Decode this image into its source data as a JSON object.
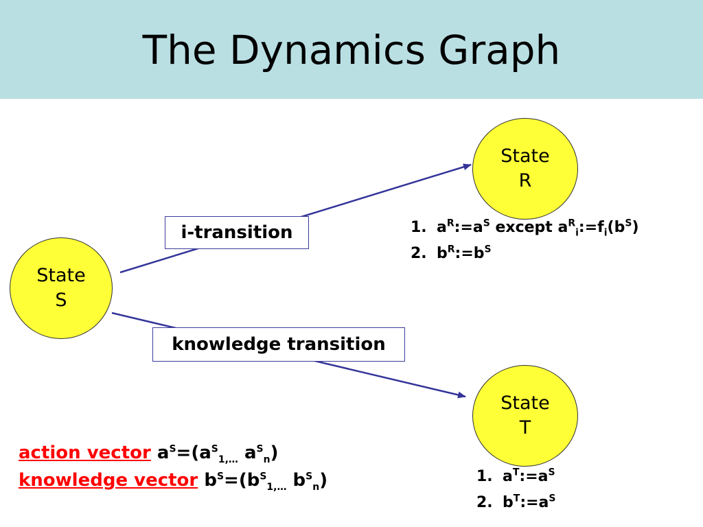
{
  "title": "The Dynamics Graph",
  "states": {
    "s": {
      "word": "State",
      "letter": "S"
    },
    "r": {
      "word": "State",
      "letter": "R"
    },
    "t": {
      "word": "State",
      "letter": "T"
    }
  },
  "edges": {
    "i_transition": "i-transition",
    "knowledge_transition": "knowledge transition"
  },
  "rules_r": [
    {
      "num": "1.",
      "lhs_base": "a",
      "lhs_sup": "R",
      "mid": ":=a",
      "mid_sup": "S",
      "tail": " except a",
      "tail_sup": "R",
      "tail_sub": "i",
      "rest": ":=f",
      "rest_sub": "i",
      "arg_open": "(b",
      "arg_sup": "S",
      "arg_close": ")"
    },
    {
      "num": "2.",
      "lhs_base": "b",
      "lhs_sup": "R",
      "mid": ":=b",
      "mid_sup": "S"
    }
  ],
  "rules_t": [
    {
      "num": "1.",
      "lhs_base": "a",
      "lhs_sup": "T",
      "mid": ":=a",
      "mid_sup": "S"
    },
    {
      "num": "2.",
      "lhs_base": "b",
      "lhs_sup": "T",
      "mid": ":=a",
      "mid_sup": "S"
    }
  ],
  "vectors": [
    {
      "term": "action vector",
      "sym": "a",
      "sup": "S",
      "eq": "=(a",
      "sup1": "S",
      "sub1": "1,…",
      "gap": " a",
      "sup2": "S",
      "sub2": "n",
      "close": ")"
    },
    {
      "term": "knowledge vector",
      "sym": "b",
      "sup": "S",
      "eq": "=(b",
      "sup1": "S",
      "sub1": "1,…",
      "gap": " b",
      "sup2": "S",
      "sub2": "n",
      "close": ")"
    }
  ],
  "colors": {
    "title_band": "#b9dfe3",
    "state_fill": "#ffff38",
    "edge": "#34349a",
    "term": "#ff0000"
  }
}
